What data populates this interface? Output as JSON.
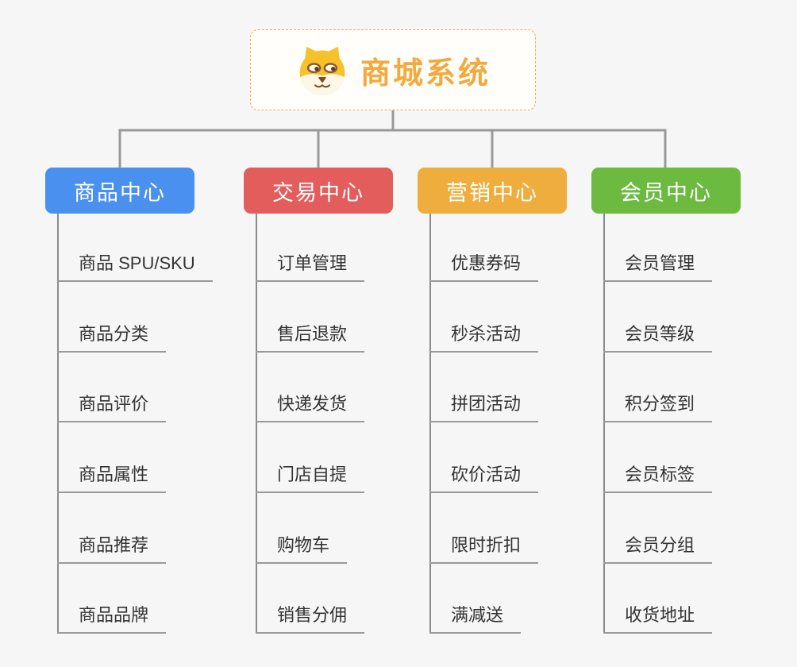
{
  "root": {
    "title": "商城系统",
    "icon": "dog-face",
    "accent_color": "#f5a83c"
  },
  "branches": [
    {
      "label": "商品中心",
      "color": "#4a90ee",
      "items": [
        "商品 SPU/SKU",
        "商品分类",
        "商品评价",
        "商品属性",
        "商品推荐",
        "商品品牌"
      ]
    },
    {
      "label": "交易中心",
      "color": "#e45d5d",
      "items": [
        "订单管理",
        "售后退款",
        "快递发货",
        "门店自提",
        "购物车",
        "销售分佣"
      ]
    },
    {
      "label": "营销中心",
      "color": "#eead3c",
      "items": [
        "优惠券码",
        "秒杀活动",
        "拼团活动",
        "砍价活动",
        "限时折扣",
        "满减送"
      ]
    },
    {
      "label": "会员中心",
      "color": "#6cba3f",
      "items": [
        "会员管理",
        "会员等级",
        "积分签到",
        "会员标签",
        "会员分组",
        "收货地址"
      ]
    }
  ],
  "line_colors": {
    "connector": "#999999",
    "column_line": "#8c8c8c",
    "underline": "#999999"
  }
}
